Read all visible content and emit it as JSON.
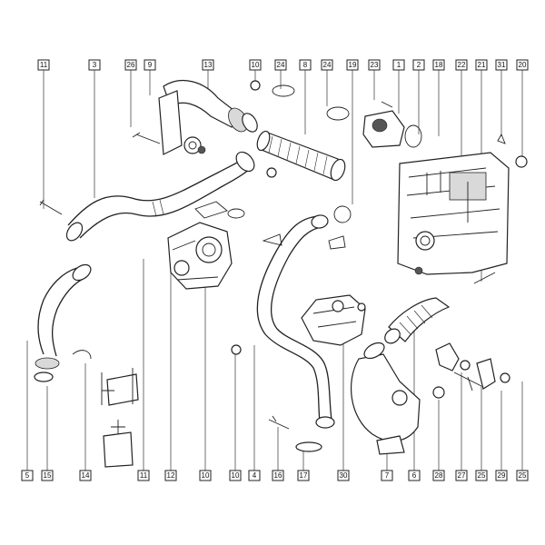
{
  "top_labels": [
    "11",
    "3",
    "26",
    "9",
    "13",
    "10",
    "24",
    "8",
    "24",
    "19",
    "23",
    "1",
    "2",
    "18",
    "22",
    "21",
    "31",
    "20"
  ],
  "bottom_labels": [
    "5",
    "15",
    "14",
    "11",
    "12",
    "10",
    "10",
    "4",
    "16",
    "17",
    "30",
    "7",
    "6",
    "28",
    "27",
    "25",
    "29",
    "25"
  ]
}
